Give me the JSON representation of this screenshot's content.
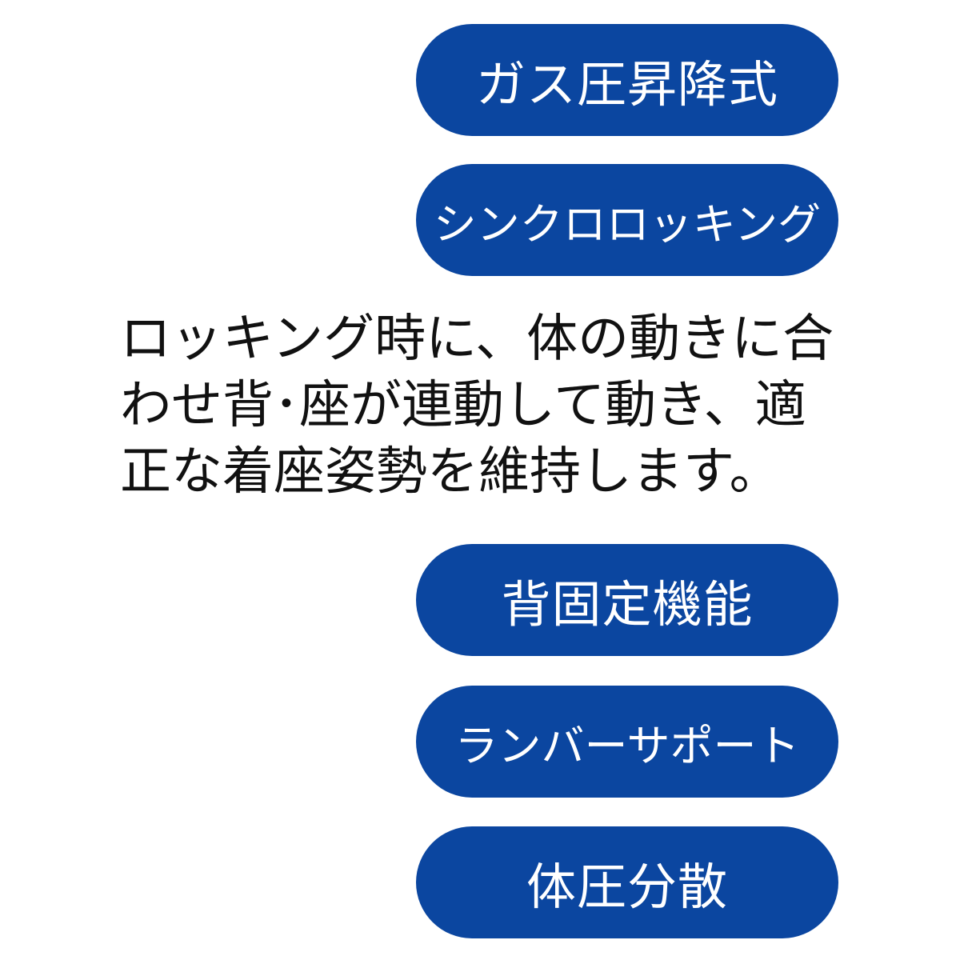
{
  "colors": {
    "pill_bg": "#0b46a0",
    "pill_text": "#ffffff",
    "body_text": "#111111",
    "background": "#ffffff"
  },
  "features_top": [
    {
      "label": "ガス圧昇降式"
    },
    {
      "label": "シンクロロッキング"
    }
  ],
  "description": {
    "lines": [
      "ロッキング時に、体の動きに合",
      "わせ背･座が連動して動き、適",
      "正な着座姿勢を維持します。"
    ]
  },
  "features_bottom": [
    {
      "label": "背固定機能"
    },
    {
      "label": "ランバーサポート"
    },
    {
      "label": "体圧分散"
    }
  ]
}
